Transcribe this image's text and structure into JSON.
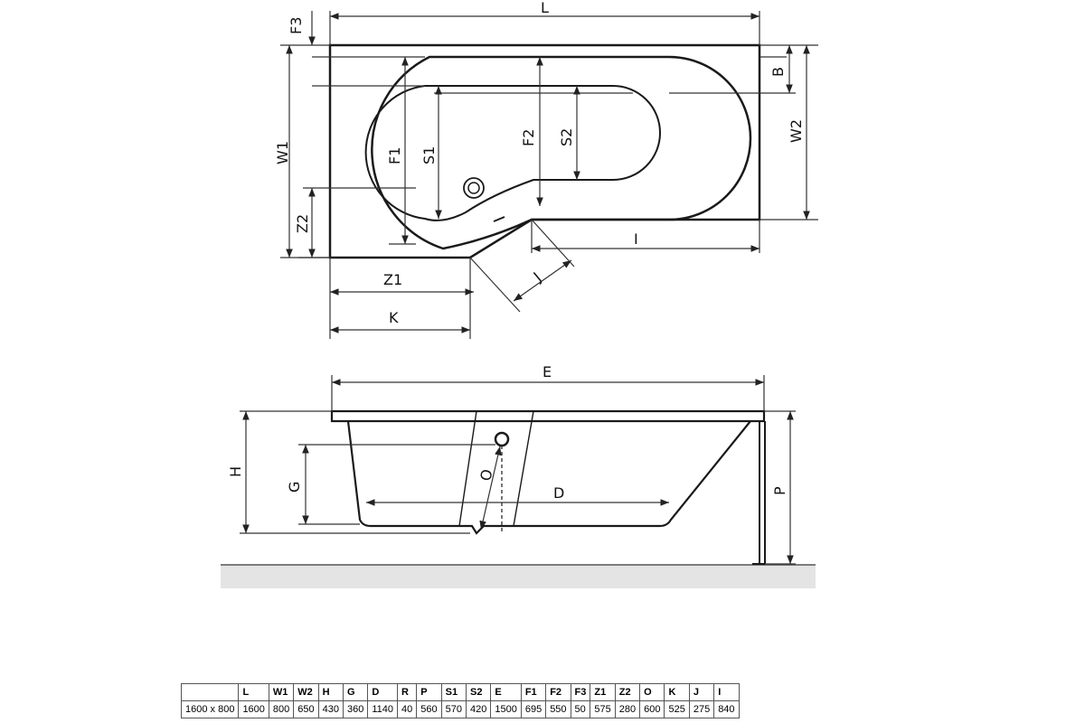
{
  "plan_labels": {
    "L": "L",
    "F3": "F3",
    "W1": "W1",
    "W2": "W2",
    "B": "B",
    "F1": "F1",
    "S1": "S1",
    "F2": "F2",
    "S2": "S2",
    "Z2": "Z2",
    "Z1": "Z1",
    "K": "K",
    "I": "I",
    "J": "J"
  },
  "elevation_labels": {
    "E": "E",
    "H": "H",
    "G": "G",
    "O": "O",
    "D": "D",
    "P": "P"
  },
  "spec_table": {
    "headers": [
      "",
      "L",
      "W1",
      "W2",
      "H",
      "G",
      "D",
      "R",
      "P",
      "S1",
      "S2",
      "E",
      "F1",
      "F2",
      "F3",
      "Z1",
      "Z2",
      "O",
      "K",
      "J",
      "I"
    ],
    "row": [
      "1600 x 800",
      "1600",
      "800",
      "650",
      "430",
      "360",
      "1140",
      "40",
      "560",
      "570",
      "420",
      "1500",
      "695",
      "550",
      "50",
      "575",
      "280",
      "600",
      "525",
      "275",
      "840"
    ]
  }
}
